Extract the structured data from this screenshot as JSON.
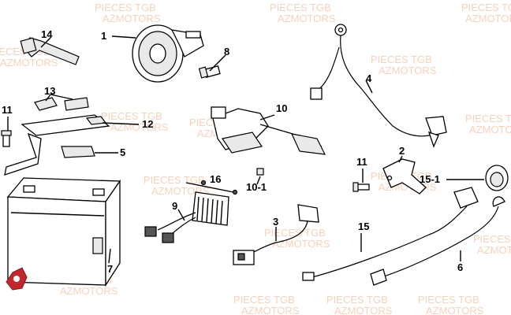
{
  "watermark": {
    "line1": "PIECES TGB",
    "line2": "AZMOTORS",
    "color": "#f3c2a6"
  },
  "logo": {
    "name": "azmotors-logo",
    "color": "#c0282d"
  },
  "callouts": {
    "c1": "1",
    "c2": "2",
    "c3": "3",
    "c4": "4",
    "c5": "5",
    "c6": "6",
    "c7": "7",
    "c8": "8",
    "c9": "9",
    "c10": "10",
    "c10_1": "10-1",
    "c11a": "11",
    "c11b": "11",
    "c12": "12",
    "c13": "13",
    "c14": "14",
    "c15": "15",
    "c15_1": "15-1",
    "c16": "16"
  }
}
